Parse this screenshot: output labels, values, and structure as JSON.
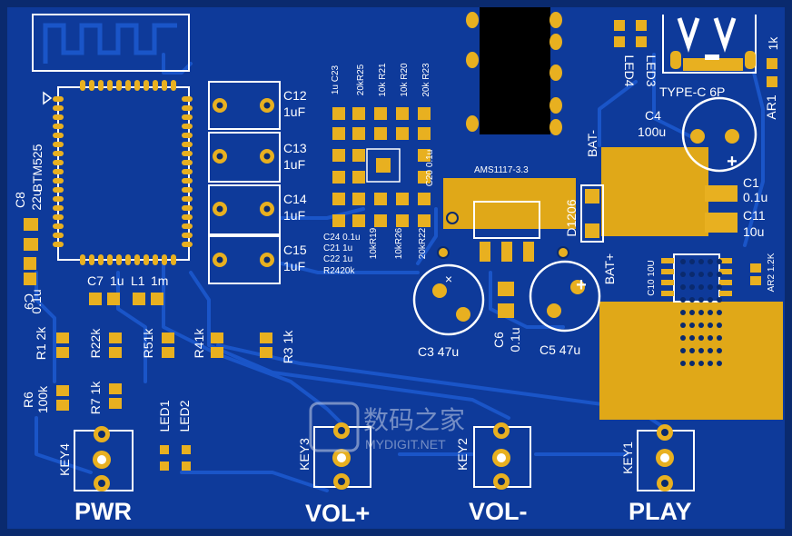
{
  "labels": {
    "btm525": "BTM525",
    "c8": "C8",
    "c8_val": "22u",
    "c9": "C9",
    "c9_val": "0.1u",
    "c7": "C7",
    "c7_val": "1u",
    "l1": "L1",
    "l1_val": "1m",
    "c12": "C12",
    "c12_val": "1uF",
    "c13": "C13",
    "c13_val": "1uF",
    "c14": "C14",
    "c14_val": "1uF",
    "c15": "C15",
    "c15_val": "1uF",
    "c23": "1u C23",
    "r25": "20kR25",
    "r21": "10k R21",
    "r20": "10k R20",
    "r23": "20k R23",
    "c20": "C20 0.1u",
    "c24": "C24 0.1u",
    "c21": "C21 1u",
    "c22": "C22 1u",
    "r24": "R2420k",
    "r19": "10kR19",
    "r26": "10kR26",
    "r22": "20kR22",
    "ams": "AMS1117-3.3",
    "bat_minus": "BAT-",
    "bat_plus": "BAT+",
    "d1206": "D1206",
    "c4": "C4",
    "c4_val": "100u",
    "c1": "C1",
    "c1_val": "0.1u",
    "c11": "C11",
    "c11_val": "10u",
    "c10": "C10 10U",
    "ar2": "AR2 1.2K",
    "ar1": "AR1",
    "ar1_val": "1k",
    "led3": "LED3",
    "led4": "LED4",
    "typec": "TYPE-C 6P",
    "c3": "C3 47u",
    "c6": "C6",
    "c6_val": "0.1u",
    "c5": "C5 47u",
    "r1": "R1 2k",
    "r2": "R22k",
    "r5": "R51k",
    "r4": "R41k",
    "r3": "R3 1k",
    "r6": "R6",
    "r6_val": "100k",
    "r7": "R7 1k",
    "led1": "LED1",
    "led2": "LED2",
    "key4": "KEY4",
    "key3": "KEY3",
    "key2": "KEY2",
    "key1": "KEY1",
    "pwr": "PWR",
    "vol_plus": "VOL+",
    "vol_minus": "VOL-",
    "play": "PLAY",
    "watermark_cn": "数码之家",
    "watermark_en": "MYDIGIT.NET"
  },
  "colors": {
    "board": "#0a2a6e",
    "copper_fill": "#0e3a9a",
    "pad": "#e8b020",
    "silk": "#ffffff",
    "cutout": "#000000"
  }
}
